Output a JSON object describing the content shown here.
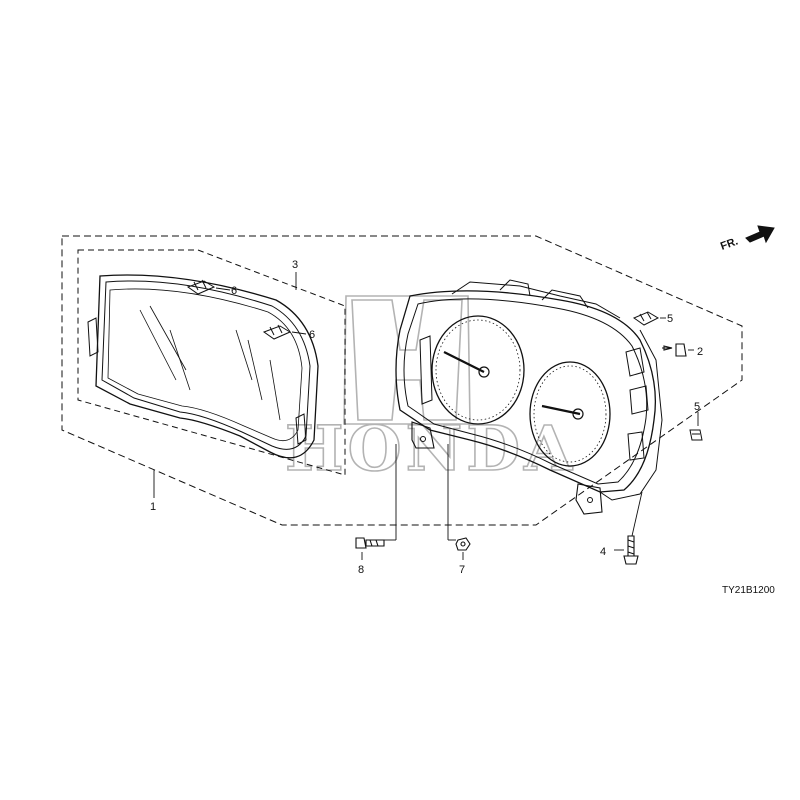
{
  "diagram": {
    "drawing_code": "TY21B1200",
    "direction_label": "FR.",
    "watermark_text": "HONDA",
    "parts": [
      {
        "id": "glass_lens",
        "label": "1"
      },
      {
        "id": "screw_right",
        "label": "2"
      },
      {
        "id": "lens_frame",
        "label": "3"
      },
      {
        "id": "screw_bottom",
        "label": "4"
      },
      {
        "id": "clip_upper",
        "label": "5"
      },
      {
        "id": "clip_lower",
        "label": "5"
      },
      {
        "id": "lens_clip_upper",
        "label": "6"
      },
      {
        "id": "lens_clip_lower",
        "label": "6"
      },
      {
        "id": "nut",
        "label": "7"
      },
      {
        "id": "screw_left",
        "label": "8"
      }
    ],
    "colors": {
      "line": "#111111",
      "watermark": "#9a9a9a",
      "background": "#ffffff"
    }
  }
}
